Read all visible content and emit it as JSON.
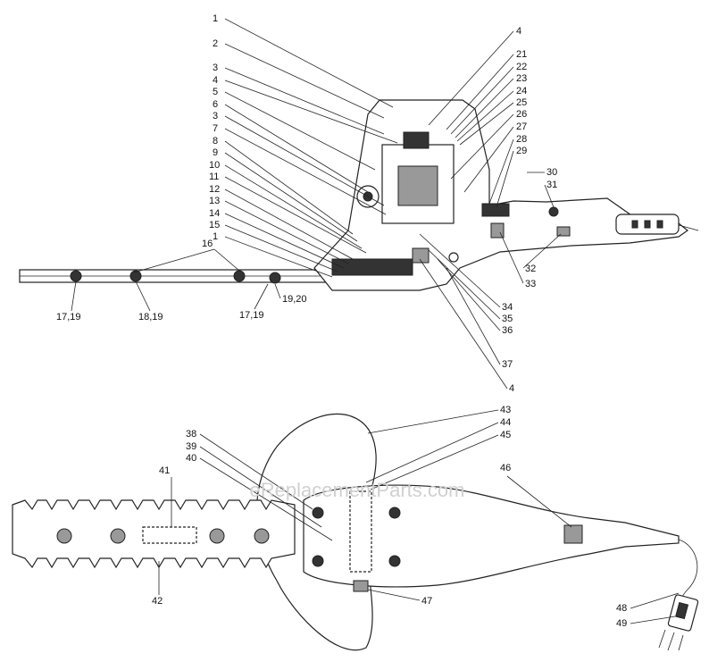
{
  "watermark": "eReplacementParts.com",
  "upper_labels": {
    "left": [
      "1",
      "2",
      "3",
      "4",
      "5",
      "6",
      "3",
      "7",
      "8",
      "9",
      "10",
      "11",
      "12",
      "13",
      "14",
      "15",
      "1"
    ],
    "right_top": [
      "4",
      "21",
      "22",
      "23",
      "24",
      "25",
      "26",
      "27",
      "28",
      "29"
    ],
    "handle": [
      "30",
      "31",
      "32",
      "33"
    ],
    "right_bottom": [
      "34",
      "35",
      "36",
      "37",
      "4"
    ],
    "blade_16": "16",
    "blade_bottom": [
      "17,19",
      "18,19",
      "17,19",
      "19,20"
    ]
  },
  "lower_labels": {
    "left": [
      "38",
      "39",
      "40",
      "41"
    ],
    "right": [
      "43",
      "44",
      "45",
      "46",
      "47",
      "48",
      "49"
    ],
    "bottom": "42"
  }
}
